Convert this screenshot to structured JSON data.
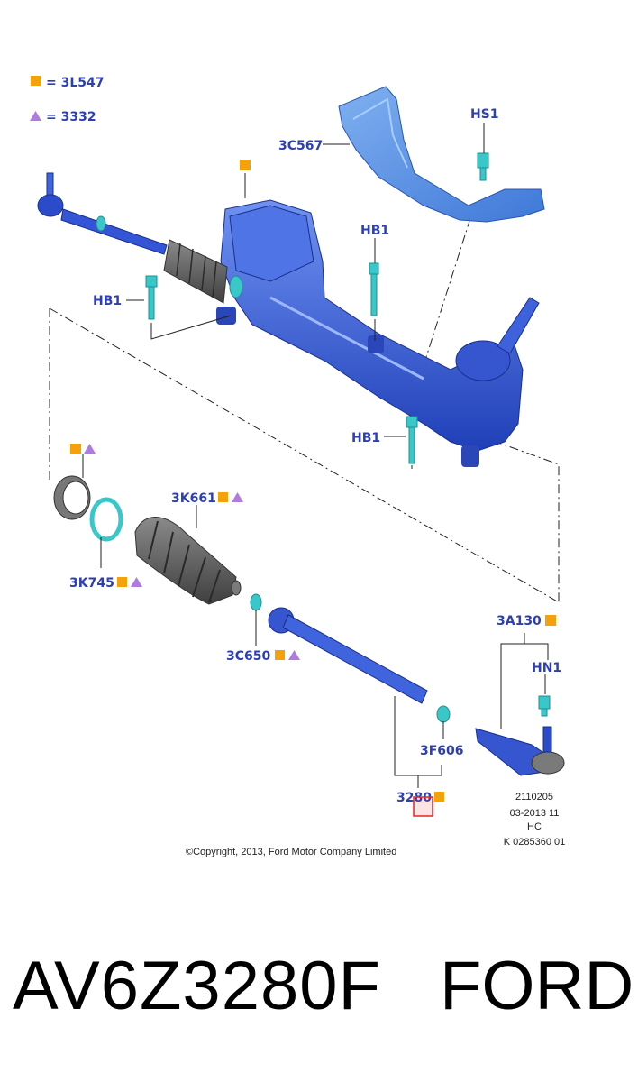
{
  "legend": {
    "square_label": "= 3L547",
    "triangle_label": "= 3332"
  },
  "callouts": {
    "c3C567": "3C567",
    "hs1": "HS1",
    "hb1_top": "HB1",
    "hb1_left": "HB1",
    "hb1_right": "HB1",
    "c3K661": "3K661",
    "c3K745": "3K745",
    "c3C650": "3C650",
    "c3A130": "3A130",
    "hn1": "HN1",
    "c3F606": "3F606",
    "c3280": "3280"
  },
  "reference": {
    "line1": "2110205",
    "line2": "03-2013 11",
    "line3": "HC",
    "line4": "K 0285360 01"
  },
  "copyright": "©Copyright, 2013, Ford Motor Company Limited",
  "footer": {
    "part_number": "AV6Z3280F",
    "brand": "FORD"
  },
  "colors": {
    "callout_text": "#2d3fb5",
    "square_marker": "#f5a20a",
    "triangle_marker": "#b07be0",
    "part_blue": "#3b63e0",
    "part_teal": "#39c7c9",
    "boot_gray": "#5b5b5b",
    "highlight_box": "#e8242a"
  }
}
